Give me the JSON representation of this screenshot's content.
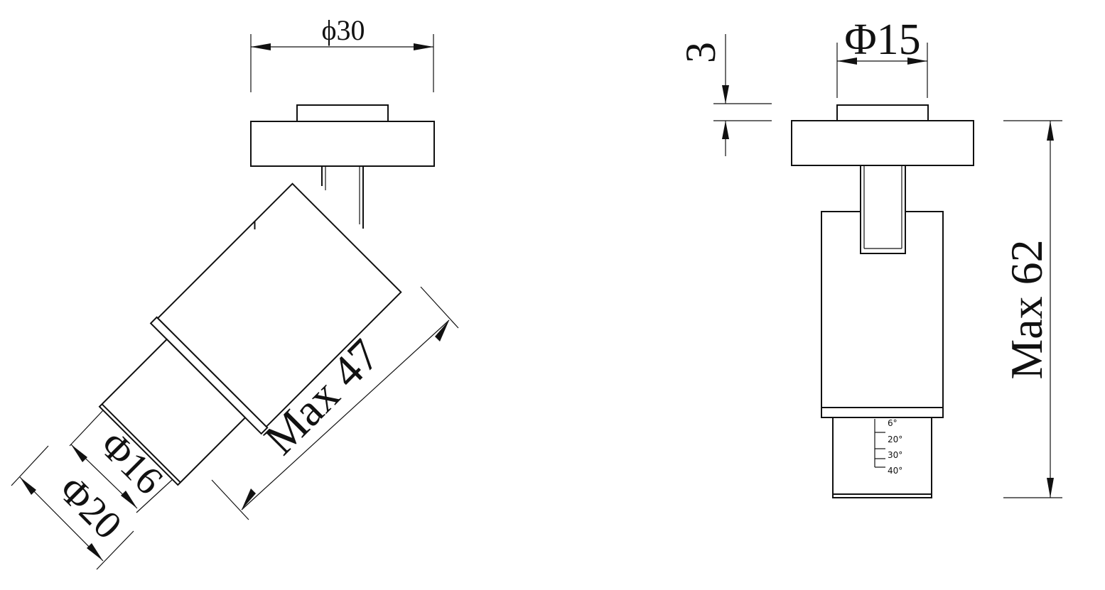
{
  "side_view": {
    "dim_mount_diameter": "ϕ30",
    "dim_length": "Max 47",
    "dim_inner_diameter": "Φ16",
    "dim_outer_diameter": "Φ20"
  },
  "front_view": {
    "dim_top_gap": "3",
    "dim_cap_diameter": "Φ15",
    "dim_height": "Max 62",
    "beam_angles": [
      "6°",
      "20°",
      "30°",
      "40°"
    ]
  }
}
